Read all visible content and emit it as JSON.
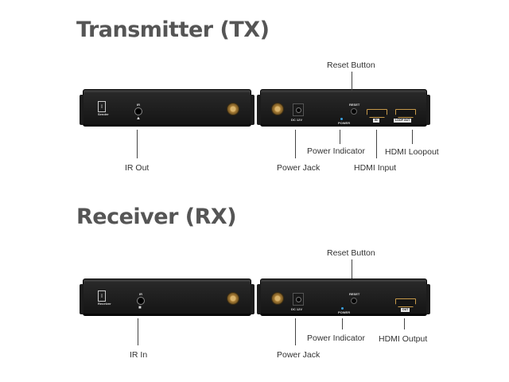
{
  "transmitter": {
    "heading": "Transmitter (TX)",
    "front_panel": {
      "unit_label": "Sender",
      "ir_label": "IR"
    },
    "rear_panel": {
      "dc_label": "DC 12V",
      "reset_label": "RESET",
      "power_label": "POWER",
      "hdmi_in_label": "IN",
      "hdmi_loop_label": "LOOP OUT"
    },
    "callouts": {
      "reset_button": "Reset Button",
      "ir_out": "IR Out",
      "power_indicator": "Power Indicator",
      "hdmi_loopout": "HDMI Loopout",
      "power_jack": "Power Jack",
      "hdmi_input": "HDMI Input"
    }
  },
  "receiver": {
    "heading": "Receiver (RX)",
    "front_panel": {
      "unit_label": "Receiver",
      "ir_label": "IR"
    },
    "rear_panel": {
      "dc_label": "DC 12V",
      "reset_label": "RESET",
      "power_label": "POWER",
      "hdmi_out_label": "OUT"
    },
    "callouts": {
      "reset_button": "Reset Button",
      "ir_in": "IR In",
      "power_jack": "Power Jack",
      "power_indicator": "Power Indicator",
      "hdmi_output": "HDMI Output"
    }
  },
  "colors": {
    "heading": "#555555",
    "callout_text": "#333333",
    "device_body": "#1e1e1e",
    "connector_gold": "#c79a4a",
    "power_led": "#3aa0e0"
  }
}
